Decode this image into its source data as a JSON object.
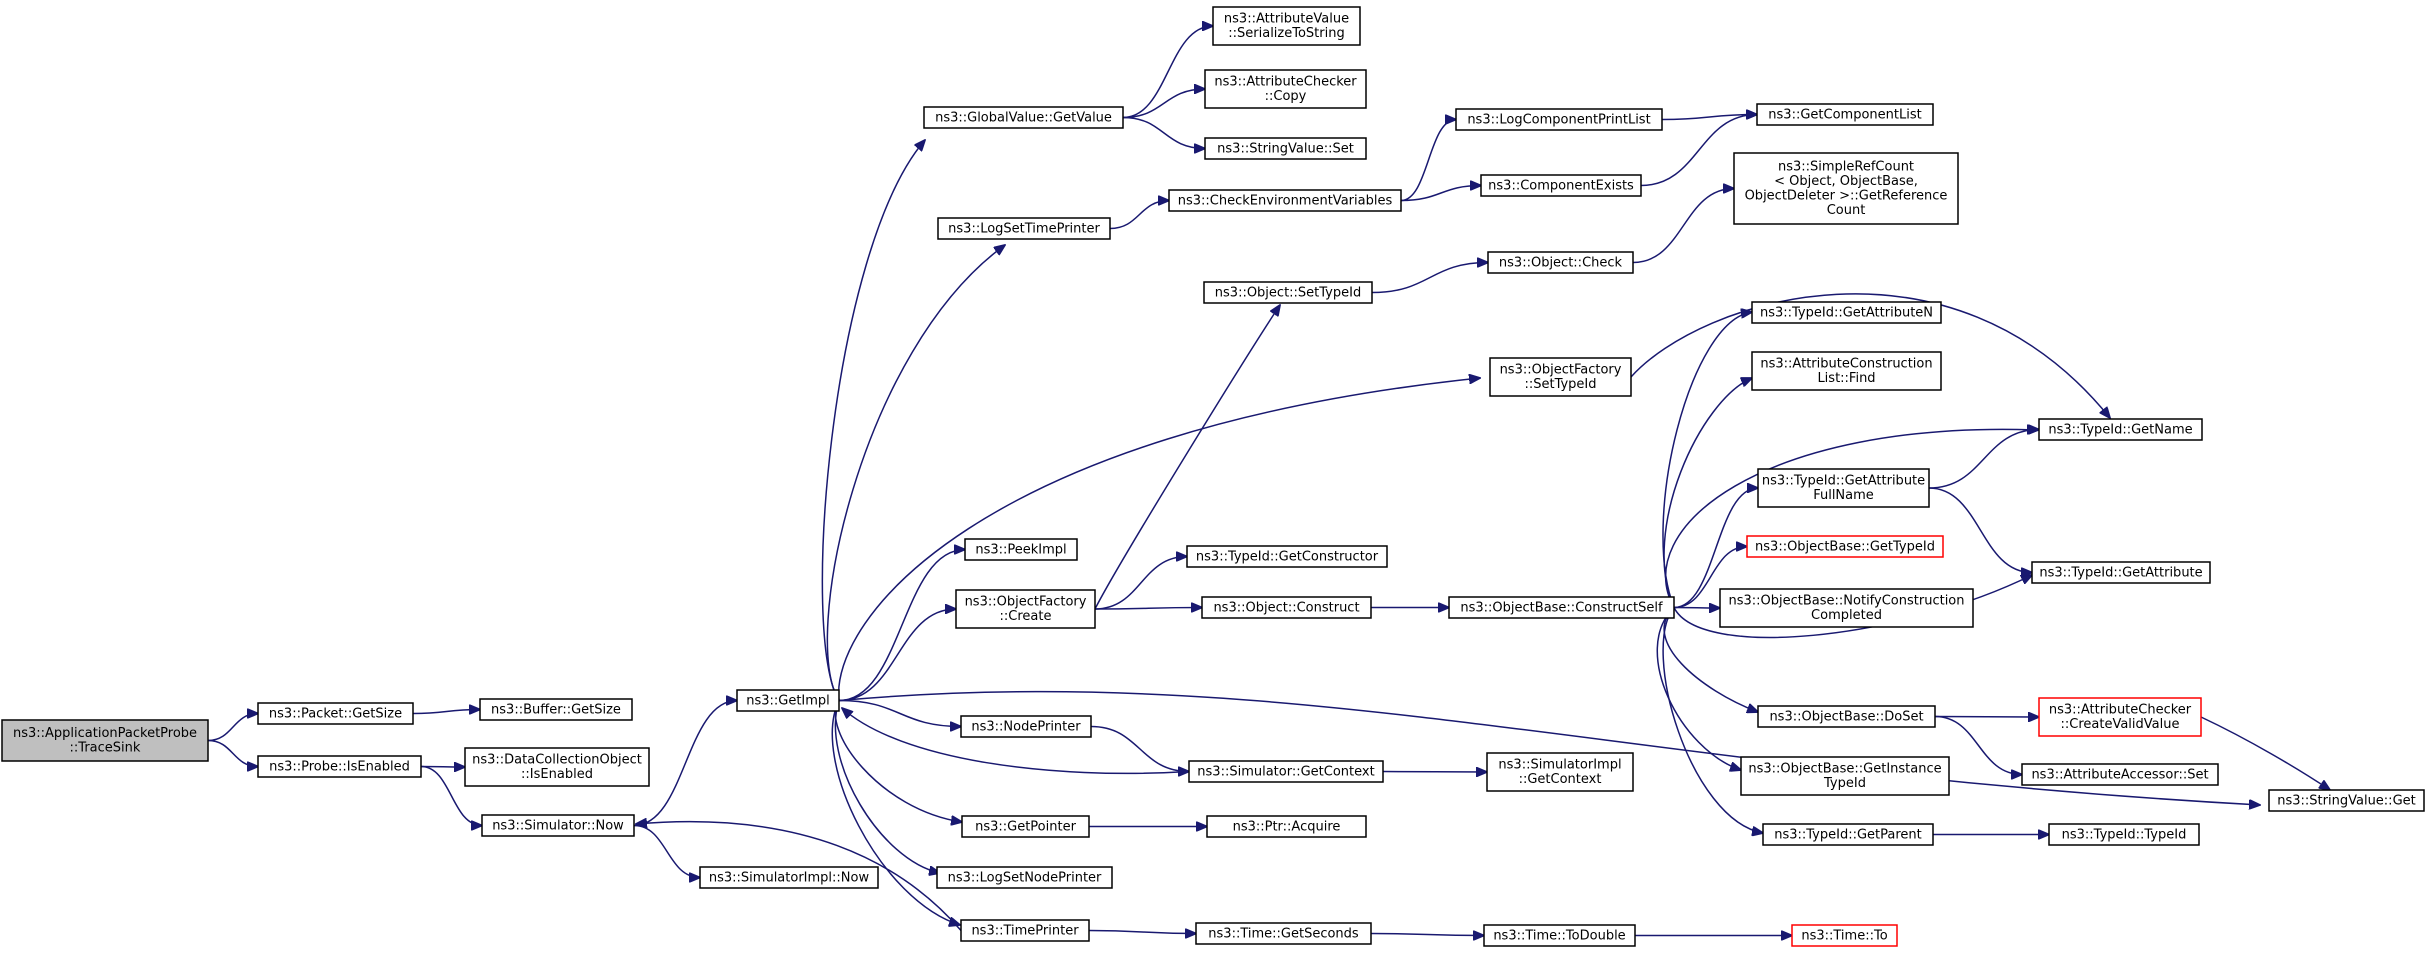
{
  "diagram": {
    "type": "call-graph",
    "colors": {
      "edge": "#191970",
      "root_fill": "#bfbfbf",
      "node_fill": "#ffffff",
      "node_border": "#000000",
      "truncated_border": "#ff0000"
    },
    "nodes": [
      {
        "id": "n_root",
        "lines": [
          "ns3::ApplicationPacketProbe",
          "::TraceSink"
        ],
        "root": true
      },
      {
        "id": "n_pkt_getsize",
        "lines": [
          "ns3::Packet::GetSize"
        ]
      },
      {
        "id": "n_buf_getsize",
        "lines": [
          "ns3::Buffer::GetSize"
        ]
      },
      {
        "id": "n_probe_isenabled",
        "lines": [
          "ns3::Probe::IsEnabled"
        ]
      },
      {
        "id": "n_dco_isenabled",
        "lines": [
          "ns3::DataCollectionObject",
          "::IsEnabled"
        ]
      },
      {
        "id": "n_sim_now",
        "lines": [
          "ns3::Simulator::Now"
        ]
      },
      {
        "id": "n_simimpl_now",
        "lines": [
          "ns3::SimulatorImpl::Now"
        ]
      },
      {
        "id": "n_getimpl",
        "lines": [
          "ns3::GetImpl"
        ]
      },
      {
        "id": "n_gv_getvalue",
        "lines": [
          "ns3::GlobalValue::GetValue"
        ]
      },
      {
        "id": "n_av_serialize",
        "lines": [
          "ns3::AttributeValue",
          "::SerializeToString"
        ]
      },
      {
        "id": "n_ac_copy",
        "lines": [
          "ns3::AttributeChecker",
          "::Copy"
        ]
      },
      {
        "id": "n_sv_set",
        "lines": [
          "ns3::StringValue::Set"
        ]
      },
      {
        "id": "n_logsettimeprinter",
        "lines": [
          "ns3::LogSetTimePrinter"
        ]
      },
      {
        "id": "n_checkenv",
        "lines": [
          "ns3::CheckEnvironmentVariables"
        ]
      },
      {
        "id": "n_logcompprintlist",
        "lines": [
          "ns3::LogComponentPrintList"
        ]
      },
      {
        "id": "n_getcomplist",
        "lines": [
          "ns3::GetComponentList"
        ]
      },
      {
        "id": "n_compexists",
        "lines": [
          "ns3::ComponentExists"
        ]
      },
      {
        "id": "n_simplerefcount",
        "lines": [
          "ns3::SimpleRefCount",
          "< Object, ObjectBase,",
          "ObjectDeleter >::GetReference",
          "Count"
        ]
      },
      {
        "id": "n_obj_check",
        "lines": [
          "ns3::Object::Check"
        ]
      },
      {
        "id": "n_obj_settypeid",
        "lines": [
          "ns3::Object::SetTypeId"
        ]
      },
      {
        "id": "n_of_settypeid",
        "lines": [
          "ns3::ObjectFactory",
          "::SetTypeId"
        ]
      },
      {
        "id": "n_tid_getattrn",
        "lines": [
          "ns3::TypeId::GetAttributeN"
        ]
      },
      {
        "id": "n_acl_find",
        "lines": [
          "ns3::AttributeConstruction",
          "List::Find"
        ]
      },
      {
        "id": "n_tid_getname",
        "lines": [
          "ns3::TypeId::GetName"
        ]
      },
      {
        "id": "n_tid_getattrfull",
        "lines": [
          "ns3::TypeId::GetAttribute",
          "FullName"
        ]
      },
      {
        "id": "n_ob_gettypeid",
        "lines": [
          "ns3::ObjectBase::GetTypeId"
        ],
        "truncated": true
      },
      {
        "id": "n_tid_getattr",
        "lines": [
          "ns3::TypeId::GetAttribute"
        ]
      },
      {
        "id": "n_peekimpl",
        "lines": [
          "ns3::PeekImpl"
        ]
      },
      {
        "id": "n_of_create",
        "lines": [
          "ns3::ObjectFactory",
          "::Create"
        ]
      },
      {
        "id": "n_tid_getctor",
        "lines": [
          "ns3::TypeId::GetConstructor"
        ]
      },
      {
        "id": "n_obj_construct",
        "lines": [
          "ns3::Object::Construct"
        ]
      },
      {
        "id": "n_ob_constructself",
        "lines": [
          "ns3::ObjectBase::ConstructSelf"
        ]
      },
      {
        "id": "n_ob_notify",
        "lines": [
          "ns3::ObjectBase::NotifyConstruction",
          "Completed"
        ]
      },
      {
        "id": "n_nodeprinter",
        "lines": [
          "ns3::NodePrinter"
        ]
      },
      {
        "id": "n_sim_getcontext",
        "lines": [
          "ns3::Simulator::GetContext"
        ]
      },
      {
        "id": "n_simimpl_getcontext",
        "lines": [
          "ns3::SimulatorImpl",
          "::GetContext"
        ]
      },
      {
        "id": "n_ob_doset",
        "lines": [
          "ns3::ObjectBase::DoSet"
        ]
      },
      {
        "id": "n_ac_createvalid",
        "lines": [
          "ns3::AttributeChecker",
          "::CreateValidValue"
        ],
        "truncated": true
      },
      {
        "id": "n_aa_set",
        "lines": [
          "ns3::AttributeAccessor::Set"
        ]
      },
      {
        "id": "n_ob_getinstance",
        "lines": [
          "ns3::ObjectBase::GetInstance",
          "TypeId"
        ]
      },
      {
        "id": "n_sv_get",
        "lines": [
          "ns3::StringValue::Get"
        ]
      },
      {
        "id": "n_getpointer",
        "lines": [
          "ns3::GetPointer"
        ]
      },
      {
        "id": "n_ptr_acquire",
        "lines": [
          "ns3::Ptr::Acquire"
        ]
      },
      {
        "id": "n_tid_getparent",
        "lines": [
          "ns3::TypeId::GetParent"
        ]
      },
      {
        "id": "n_tid_typeid",
        "lines": [
          "ns3::TypeId::TypeId"
        ]
      },
      {
        "id": "n_logsetnodeprinter",
        "lines": [
          "ns3::LogSetNodePrinter"
        ]
      },
      {
        "id": "n_timeprinter",
        "lines": [
          "ns3::TimePrinter"
        ]
      },
      {
        "id": "n_time_getseconds",
        "lines": [
          "ns3::Time::GetSeconds"
        ]
      },
      {
        "id": "n_time_todouble",
        "lines": [
          "ns3::Time::ToDouble"
        ]
      },
      {
        "id": "n_time_to",
        "lines": [
          "ns3::Time::To"
        ],
        "truncated": true
      }
    ],
    "edges": [
      [
        "n_root",
        "n_pkt_getsize"
      ],
      [
        "n_root",
        "n_probe_isenabled"
      ],
      [
        "n_pkt_getsize",
        "n_buf_getsize"
      ],
      [
        "n_probe_isenabled",
        "n_dco_isenabled"
      ],
      [
        "n_probe_isenabled",
        "n_sim_now"
      ],
      [
        "n_sim_now",
        "n_getimpl"
      ],
      [
        "n_sim_now",
        "n_simimpl_now"
      ],
      [
        "n_getimpl",
        "n_gv_getvalue"
      ],
      [
        "n_getimpl",
        "n_logsettimeprinter"
      ],
      [
        "n_getimpl",
        "n_of_settypeid"
      ],
      [
        "n_getimpl",
        "n_peekimpl"
      ],
      [
        "n_getimpl",
        "n_of_create"
      ],
      [
        "n_getimpl",
        "n_nodeprinter"
      ],
      [
        "n_getimpl",
        "n_getpointer"
      ],
      [
        "n_getimpl",
        "n_logsetnodeprinter"
      ],
      [
        "n_getimpl",
        "n_timeprinter"
      ],
      [
        "n_getimpl",
        "n_sv_get"
      ],
      [
        "n_gv_getvalue",
        "n_av_serialize"
      ],
      [
        "n_gv_getvalue",
        "n_ac_copy"
      ],
      [
        "n_gv_getvalue",
        "n_sv_set"
      ],
      [
        "n_logsettimeprinter",
        "n_checkenv"
      ],
      [
        "n_checkenv",
        "n_logcompprintlist"
      ],
      [
        "n_checkenv",
        "n_compexists"
      ],
      [
        "n_logcompprintlist",
        "n_getcomplist"
      ],
      [
        "n_compexists",
        "n_getcomplist"
      ],
      [
        "n_obj_check",
        "n_simplerefcount"
      ],
      [
        "n_obj_settypeid",
        "n_obj_check"
      ],
      [
        "n_of_create",
        "n_obj_settypeid"
      ],
      [
        "n_of_create",
        "n_tid_getctor"
      ],
      [
        "n_of_create",
        "n_obj_construct"
      ],
      [
        "n_obj_construct",
        "n_ob_constructself"
      ],
      [
        "n_of_settypeid",
        "n_tid_getname"
      ],
      [
        "n_ob_constructself",
        "n_tid_getattrn"
      ],
      [
        "n_ob_constructself",
        "n_acl_find"
      ],
      [
        "n_ob_constructself",
        "n_tid_getname"
      ],
      [
        "n_ob_constructself",
        "n_tid_getattrfull"
      ],
      [
        "n_ob_constructself",
        "n_ob_gettypeid"
      ],
      [
        "n_ob_constructself",
        "n_ob_notify"
      ],
      [
        "n_ob_constructself",
        "n_tid_getattr"
      ],
      [
        "n_ob_constructself",
        "n_ob_doset"
      ],
      [
        "n_ob_constructself",
        "n_ob_getinstance"
      ],
      [
        "n_ob_constructself",
        "n_tid_getparent"
      ],
      [
        "n_tid_getattrfull",
        "n_tid_getname"
      ],
      [
        "n_tid_getattrfull",
        "n_tid_getattr"
      ],
      [
        "n_ob_doset",
        "n_ac_createvalid"
      ],
      [
        "n_ob_doset",
        "n_aa_set"
      ],
      [
        "n_ac_createvalid",
        "n_sv_get"
      ],
      [
        "n_tid_getparent",
        "n_tid_typeid"
      ],
      [
        "n_nodeprinter",
        "n_sim_getcontext"
      ],
      [
        "n_sim_getcontext",
        "n_getimpl"
      ],
      [
        "n_sim_getcontext",
        "n_simimpl_getcontext"
      ],
      [
        "n_getpointer",
        "n_ptr_acquire"
      ],
      [
        "n_timeprinter",
        "n_sim_now"
      ],
      [
        "n_timeprinter",
        "n_time_getseconds"
      ],
      [
        "n_time_getseconds",
        "n_time_todouble"
      ],
      [
        "n_time_todouble",
        "n_time_to"
      ]
    ]
  }
}
